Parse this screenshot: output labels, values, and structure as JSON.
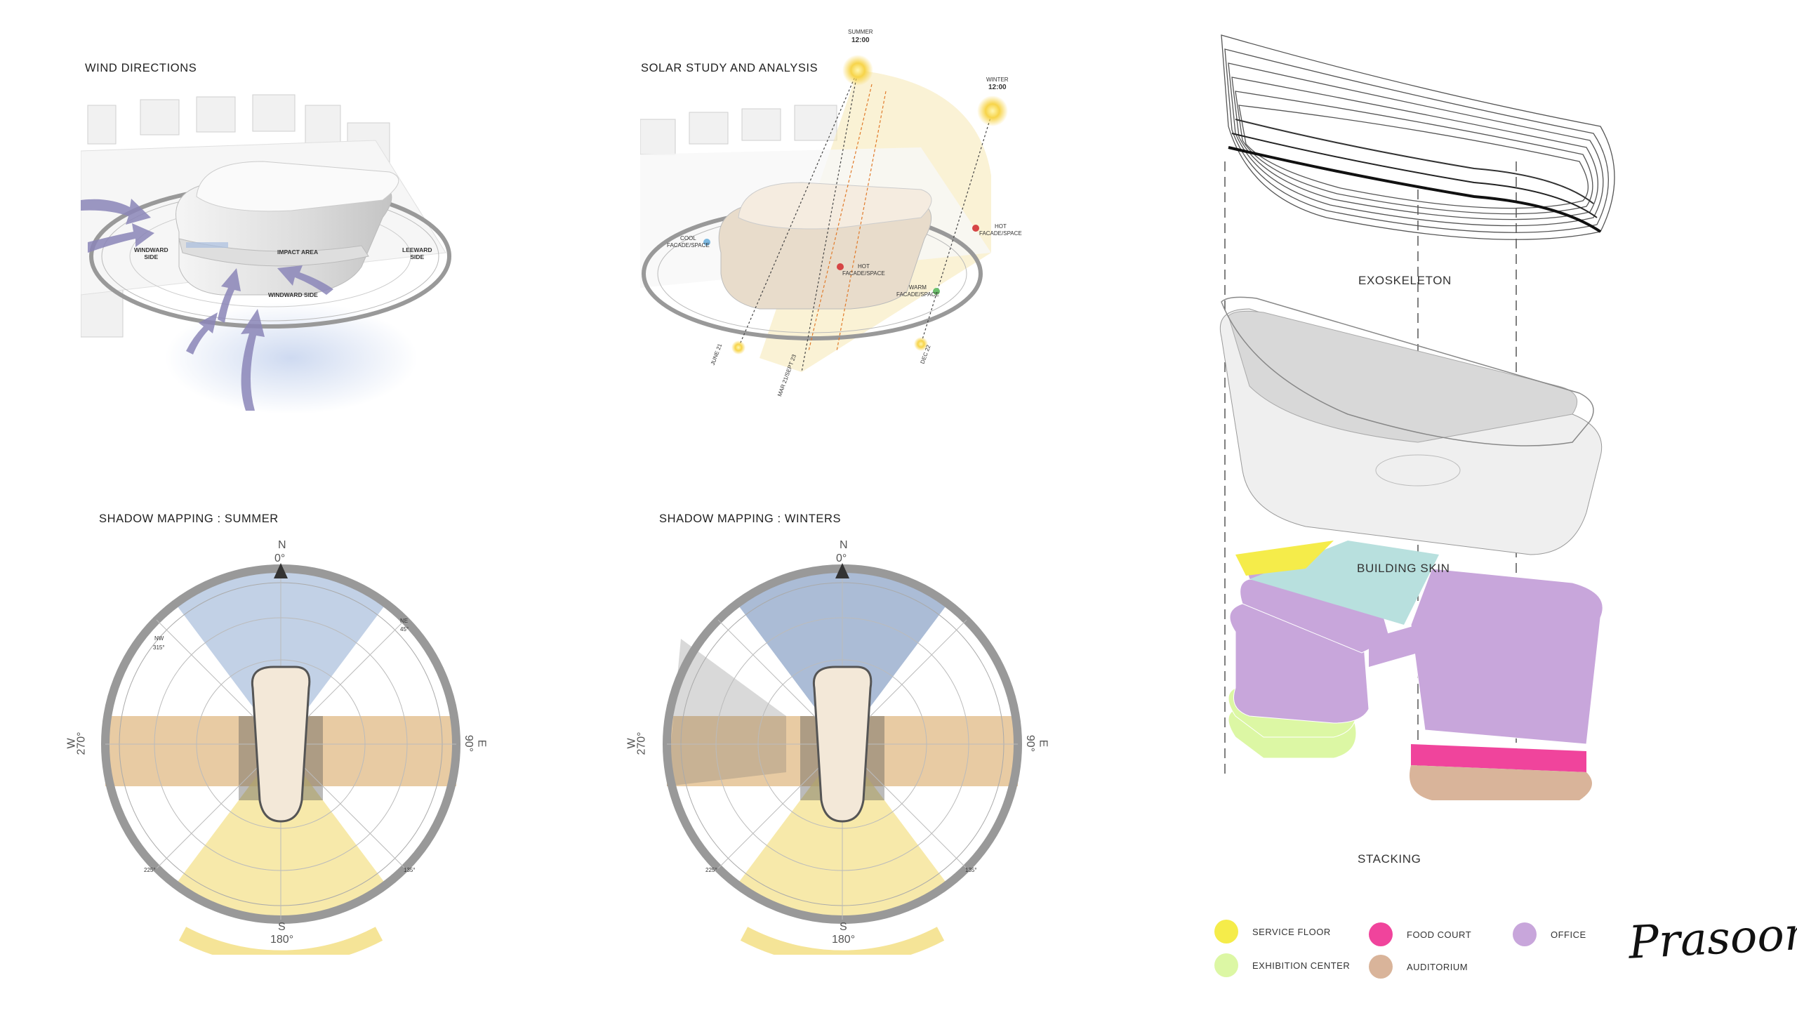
{
  "panels": {
    "wind": {
      "title": "WIND DIRECTIONS",
      "labels": {
        "windward_side_left": "WINDWARD\nSIDE",
        "impact_area": "IMPACT AREA",
        "leeward_side": "LEEWARD\nSIDE",
        "windward_side_bottom": "WINDWARD SIDE"
      }
    },
    "solar": {
      "title": "SOLAR STUDY AND ANALYSIS",
      "summer_label": "SUMMER",
      "summer_time": "12:00",
      "winter_label": "WINTER",
      "winter_time": "12:00",
      "cool_facade": "COOL\nFACADE/SPACE",
      "hot_facade_center": "HOT\nFACADE/SPACE",
      "hot_facade_right": "HOT\nFACADE/SPACE",
      "warm_facade": "WARM\nFACADE/SPACE",
      "june_21": "JUNE 21",
      "mar_sept": "MAR 21/SEPT 23",
      "dec_22": "DEC 22"
    },
    "shadow_summer": {
      "title": "SHADOW MAPPING : SUMMER",
      "n_letter": "N",
      "n_deg": "0°",
      "s_letter": "S",
      "s_deg": "180°",
      "w_letter": "W",
      "w_deg": "270°",
      "e_letter": "E",
      "e_deg": "90°",
      "nw": "NW",
      "nw_deg": "315°",
      "ne": "NE",
      "ne_deg": "45°",
      "sw_deg": "225°",
      "se_deg": "135°"
    },
    "shadow_winter": {
      "title": "SHADOW MAPPING : WINTERS",
      "n_letter": "N",
      "n_deg": "0°",
      "s_letter": "S",
      "s_deg": "180°",
      "w_letter": "W",
      "w_deg": "270°",
      "e_letter": "E",
      "e_deg": "90°",
      "sw_deg": "225°",
      "se_deg": "135°"
    },
    "layers": {
      "exoskeleton": "EXOSKELETON",
      "building_skin": "BUILDING SKIN",
      "stacking": "STACKING"
    }
  },
  "legend": [
    {
      "label": "SERVICE FLOOR",
      "color": "#f5ec4a"
    },
    {
      "label": "FOOD COURT",
      "color": "#f0449c"
    },
    {
      "label": "OFFICE",
      "color": "#c8a6db"
    },
    {
      "label": "EXHIBITION CENTER",
      "color": "#dcf7a4"
    },
    {
      "label": "AUDITORIUM",
      "color": "#d9b49a"
    }
  ],
  "signature": "Prasoon",
  "colors": {
    "office": "#c8a6db",
    "service": "#f5ec4a",
    "exhibition": "#dcf7a4",
    "foodcourt": "#f0449c",
    "auditorium": "#d9b49a",
    "cyan": "#b8e0de",
    "wind_arrow": "#8b86b8",
    "sun": "#f7d44a"
  }
}
